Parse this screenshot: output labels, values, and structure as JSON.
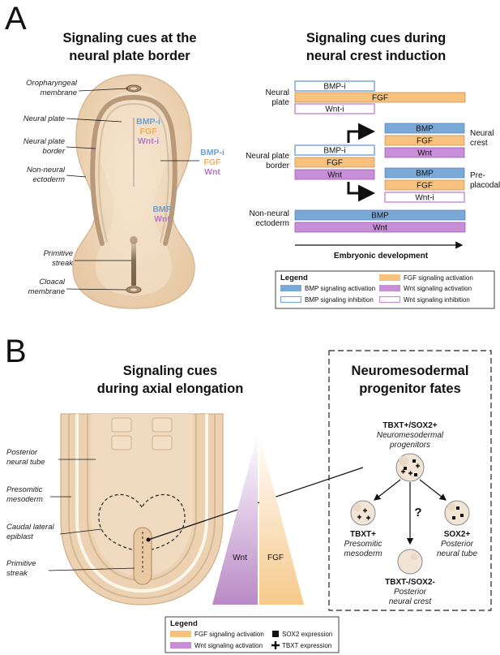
{
  "colors": {
    "bmp": "#7aa9d8",
    "bmp_stroke": "#5a88bb",
    "fgf": "#f7c27e",
    "fgf_stroke": "#c89350",
    "wnt": "#c98ed8",
    "wnt_stroke": "#9a5fb0",
    "embryo": "#efd9bd",
    "embryo_dark": "#b8946c"
  },
  "panelA": {
    "letter": "A",
    "title_left": [
      "Signaling cues at the",
      "neural plate border"
    ],
    "title_right": [
      "Signaling cues during",
      "neural crest induction"
    ],
    "embryo_labels": {
      "oro": [
        "Oropharyngeal",
        "membrane"
      ],
      "neural_plate": "Neural plate",
      "border": [
        "Neural plate",
        "border"
      ],
      "nonneural": [
        "Non-neural",
        "ectoderm"
      ],
      "streak": [
        "Primitive",
        "streak"
      ],
      "cloacal": [
        "Cloacal",
        "membrane"
      ]
    },
    "cues1": {
      "bmp": "BMP-i",
      "fgf": "FGF",
      "wnt": "Wnt-i"
    },
    "cues2": {
      "bmp": "BMP-i",
      "fgf": "FGF",
      "wnt": "Wnt"
    },
    "cues3": {
      "bmp": "BMP",
      "wnt": "Wnt"
    },
    "rows": {
      "neural_plate": [
        "Neural",
        "plate"
      ],
      "border": [
        "Neural plate",
        "border"
      ],
      "nonneural": [
        "Non-neural",
        "ectoderm"
      ],
      "crest": [
        "Neural",
        "crest"
      ],
      "placodal": [
        "Pre-",
        "placodal"
      ]
    },
    "bars": {
      "np_bmp": "BMP-i",
      "np_fgf": "FGF",
      "np_wnt": "Wnt-i",
      "npb_bmp": "BMP-i",
      "npb_fgf": "FGF",
      "npb_wnt": "Wnt",
      "nc_bmp": "BMP",
      "nc_fgf": "FGF",
      "nc_wnt": "Wnt",
      "pp_bmp": "BMP",
      "pp_fgf": "FGF",
      "pp_wnt": "Wnt-i",
      "nne_bmp": "BMP",
      "nne_wnt": "Wnt"
    },
    "axis_label": "Embryonic development",
    "legend": {
      "title": "Legend",
      "bmp_act": "BMP signaling activation",
      "bmp_inh": "BMP signaling inhibition",
      "fgf_act": "FGF signaling activation",
      "wnt_act": "Wnt signaling activation",
      "wnt_inh": "Wnt signaling inhibition"
    }
  },
  "panelB": {
    "letter": "B",
    "title_left": [
      "Signaling cues",
      "during axial elongation"
    ],
    "title_right": [
      "Neuromesodermal",
      "progenitor fates"
    ],
    "labels": {
      "tube": [
        "Posterior",
        "neural tube"
      ],
      "psm": [
        "Presomitic",
        "mesoderm"
      ],
      "cle": [
        "Caudal lateral",
        "epiblast"
      ],
      "streak": [
        "Primitive",
        "streak"
      ]
    },
    "gradient": {
      "wnt": "Wnt",
      "fgf": "FGF"
    },
    "fates": {
      "nmp_bold": "TBXT+/SOX2+",
      "nmp_it": [
        "Neuromesodermal",
        "progenitors"
      ],
      "psm_bold": "TBXT+",
      "psm_it": [
        "Presomitic",
        "mesoderm"
      ],
      "tube_bold": "SOX2+",
      "tube_it": [
        "Posterior",
        "neural tube"
      ],
      "crest_bold": "TBXT-/SOX2-",
      "crest_it": [
        "Posterior",
        "neural crest"
      ],
      "question": "?"
    },
    "legend": {
      "title": "Legend",
      "fgf_act": "FGF signaling activation",
      "wnt_act": "Wnt signaling activation",
      "sox2": "SOX2 expression",
      "tbxt": "TBXT expression"
    }
  }
}
